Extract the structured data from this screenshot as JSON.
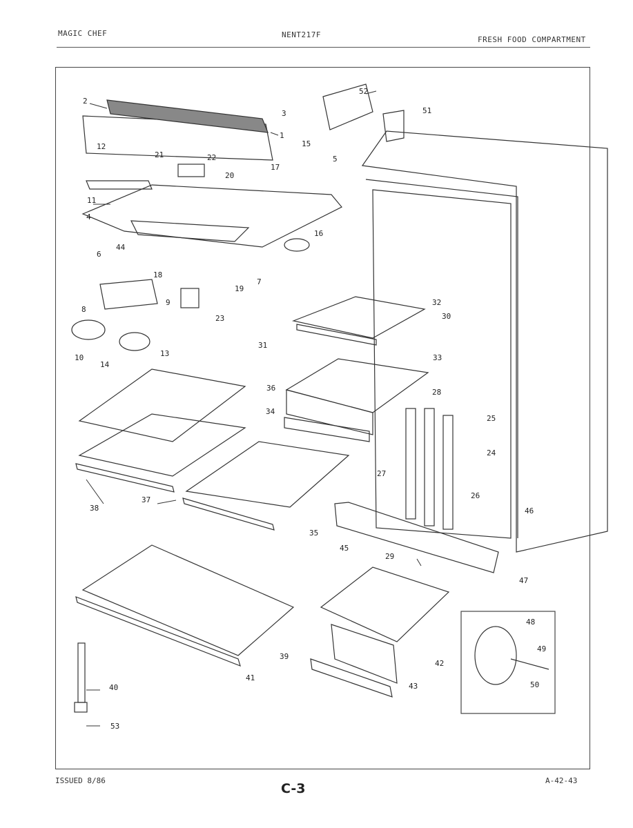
{
  "header": {
    "brand": "MAGIC CHEF",
    "model": "NENT217F",
    "section": "FRESH FOOD COMPARTMENT"
  },
  "footer": {
    "issued": "ISSUED 8/86",
    "page": "C-3",
    "code": "A-42-43"
  },
  "diagram": {
    "callouts": [
      "1",
      "2",
      "3",
      "4",
      "5",
      "6",
      "7",
      "8",
      "9",
      "10",
      "11",
      "12",
      "13",
      "14",
      "15",
      "16",
      "17",
      "18",
      "19",
      "20",
      "21",
      "22",
      "23",
      "24",
      "25",
      "26",
      "27",
      "28",
      "29",
      "30",
      "31",
      "32",
      "33",
      "34",
      "35",
      "36",
      "37",
      "38",
      "39",
      "40",
      "41",
      "42",
      "43",
      "44",
      "45",
      "46",
      "47",
      "48",
      "49",
      "50",
      "51",
      "52",
      "53"
    ]
  }
}
